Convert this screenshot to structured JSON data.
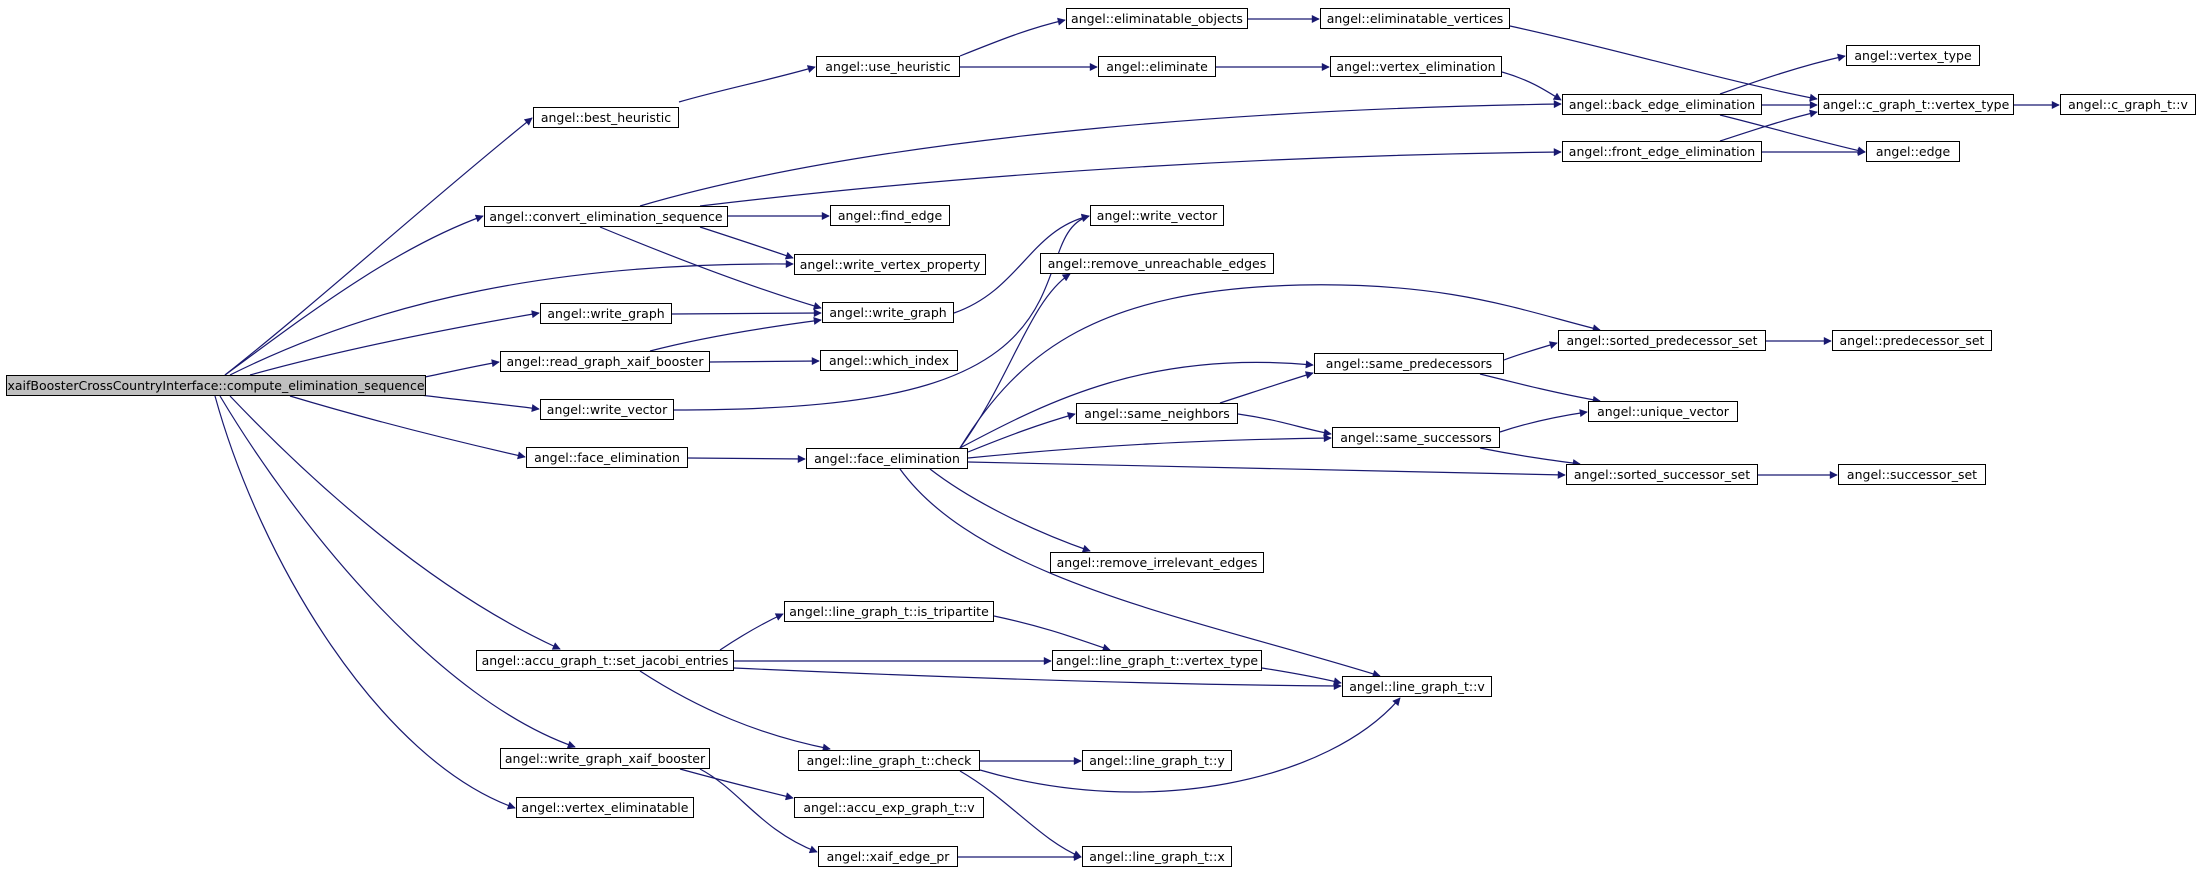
{
  "edge_color": "#191970",
  "root_fill": "#bfbfbf",
  "nodes": {
    "root": "xaifBoosterCrossCountryInterface::compute_elimination_sequence",
    "best_heuristic": "angel::best_heuristic",
    "use_heuristic": "angel::use_heuristic",
    "eliminatable_objects": "angel::eliminatable_objects",
    "eliminatable_vertices": "angel::eliminatable_vertices",
    "eliminate": "angel::eliminate",
    "vertex_elimination": "angel::vertex_elimination",
    "vertex_type": "angel::vertex_type",
    "back_edge_elimination": "angel::back_edge_elimination",
    "c_graph_vertex_type": "angel::c_graph_t::vertex_type",
    "c_graph_v": "angel::c_graph_t::v",
    "front_edge_elimination": "angel::front_edge_elimination",
    "edge": "angel::edge",
    "convert_elimination_sequence": "angel::convert_elimination_sequence",
    "find_edge": "angel::find_edge",
    "write_vertex_property": "angel::write_vertex_property",
    "write_vector_top": "angel::write_vector",
    "remove_unreachable_edges": "angel::remove_unreachable_edges",
    "write_graph_left": "angel::write_graph",
    "write_graph_mid": "angel::write_graph",
    "read_graph_xaif_booster": "angel::read_graph_xaif_booster",
    "which_index": "angel::which_index",
    "sorted_predecessor_set": "angel::sorted_predecessor_set",
    "predecessor_set": "angel::predecessor_set",
    "same_predecessors": "angel::same_predecessors",
    "write_vector_left": "angel::write_vector",
    "unique_vector": "angel::unique_vector",
    "same_neighbors": "angel::same_neighbors",
    "same_successors": "angel::same_successors",
    "face_elimination_left": "angel::face_elimination",
    "face_elimination_mid": "angel::face_elimination",
    "sorted_successor_set": "angel::sorted_successor_set",
    "successor_set": "angel::successor_set",
    "remove_irrelevant_edges": "angel::remove_irrelevant_edges",
    "is_tripartite": "angel::line_graph_t::is_tripartite",
    "set_jacobi_entries": "angel::accu_graph_t::set_jacobi_entries",
    "line_graph_vertex_type": "angel::line_graph_t::vertex_type",
    "line_graph_v": "angel::line_graph_t::v",
    "write_graph_xaif_booster": "angel::write_graph_xaif_booster",
    "line_graph_check": "angel::line_graph_t::check",
    "line_graph_y": "angel::line_graph_t::y",
    "accu_exp_graph_v": "angel::accu_exp_graph_t::v",
    "vertex_eliminatable": "angel::vertex_eliminatable",
    "xaif_edge_pr": "angel::xaif_edge_pr",
    "line_graph_x": "angel::line_graph_t::x"
  }
}
